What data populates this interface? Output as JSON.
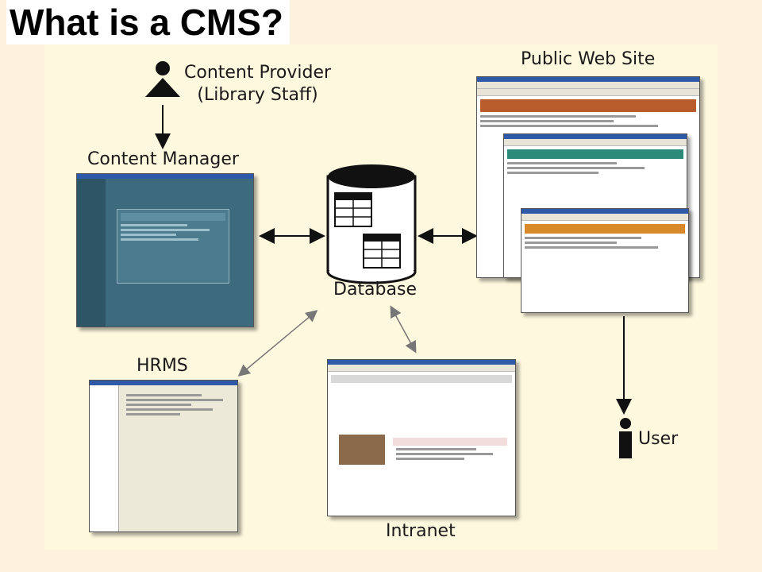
{
  "title": "What is a CMS?",
  "nodes": {
    "content_provider": {
      "line1": "Content Provider",
      "line2": "(Library Staff)"
    },
    "content_manager": "Content Manager",
    "public_web_site": "Public Web Site",
    "database": "Database",
    "hrms": "HRMS",
    "intranet": "Intranet",
    "user": "User"
  },
  "colors": {
    "content_manager_screen": "#3d6a7c",
    "website_accent": "#c8782a",
    "panel": "#fef8de"
  }
}
